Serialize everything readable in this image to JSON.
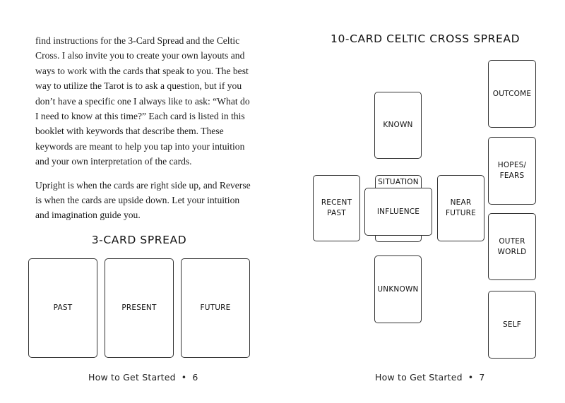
{
  "left_page": {
    "paragraphs": [
      "find instructions for the 3-Card Spread and the Celtic Cross. I also invite you to create your own layouts and ways to work with the cards that speak to you. The best way to utilize the Tarot is to ask a question, but if you don’t have a specific one I always like to ask: “What do I need to know at this time?” Each card is listed in this booklet with keywords that describe them. These keywords are meant to help you tap into your intuition and your own interpretation of the cards.",
      "Upright is when the cards are right side up, and Reverse is when the cards are upside down. Let your intuition and imagination guide you."
    ],
    "spread_title": "3-CARD SPREAD",
    "cards": [
      "PAST",
      "PRESENT",
      "FUTURE"
    ],
    "footer": {
      "section": "How to Get Started",
      "separator": "•",
      "page": "6"
    }
  },
  "right_page": {
    "spread_title": "10-CARD CELTIC CROSS SPREAD",
    "cards": {
      "known": "KNOWN",
      "situation": "SITUATION",
      "influence": "INFLUENCE",
      "recent_past": "RECENT\nPAST",
      "near_future": "NEAR\nFUTURE",
      "unknown": "UNKNOWN",
      "outcome": "OUTCOME",
      "hopes_fears": "HOPES/\nFEARS",
      "outer_world": "OUTER\nWORLD",
      "self": "SELF"
    },
    "footer": {
      "section": "How to Get Started",
      "separator": "•",
      "page": "7"
    }
  }
}
